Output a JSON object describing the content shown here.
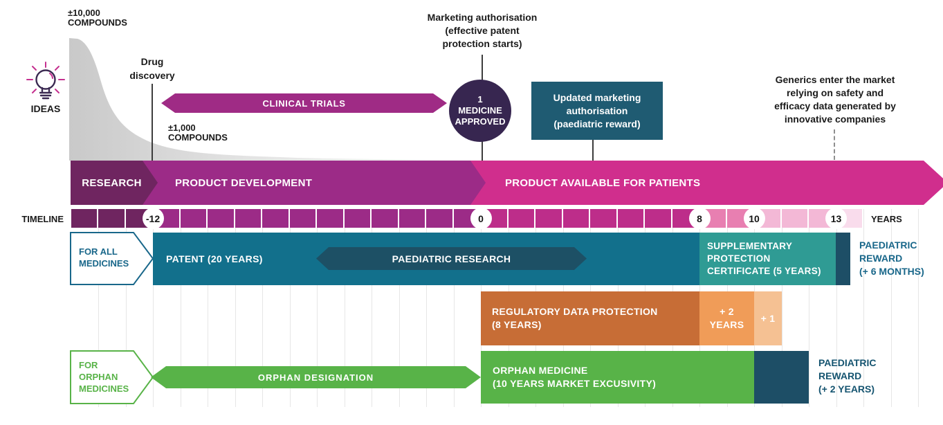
{
  "funnel": {
    "compounds_top": "±10,000\nCOMPOUNDS",
    "compounds_mid": "±1,000\nCOMPOUNDS",
    "ideas_label": "IDEAS",
    "drug_discovery": "Drug\ndiscovery"
  },
  "annotations": {
    "clinical_trials": "CLINICAL TRIALS",
    "marketing_auth": "Marketing authorisation\n(effective patent\nprotection starts)",
    "medicine_approved": "1\nMEDICINE\nAPPROVED",
    "updated_ma": "Updated marketing\nauthorisation\n(paediatric reward)",
    "generics": "Generics enter the market\nrelying on safety and\nefficacy data generated by\ninnovative companies"
  },
  "phases": {
    "research": "RESEARCH",
    "product_development": "PRODUCT DEVELOPMENT",
    "product_available": "PRODUCT AVAILABLE FOR PATIENTS"
  },
  "timeline": {
    "label": "TIMELINE",
    "years_label": "YEARS",
    "start_year": -15,
    "end_year": 14,
    "markers": [
      {
        "year": -12,
        "label": "-12"
      },
      {
        "year": 0,
        "label": "0"
      },
      {
        "year": 8,
        "label": "8"
      },
      {
        "year": 10,
        "label": "10"
      },
      {
        "year": 13,
        "label": "13"
      }
    ],
    "segments": [
      {
        "from": -15,
        "to": -12,
        "color": "#6f2560"
      },
      {
        "from": -12,
        "to": 0,
        "color": "#9c2b87"
      },
      {
        "from": 0,
        "to": 8,
        "color": "#bd2d8a"
      },
      {
        "from": 8,
        "to": 10,
        "color": "#e87fb1"
      },
      {
        "from": 10,
        "to": 13,
        "color": "#f3b8d6"
      },
      {
        "from": 13,
        "to": 14,
        "color": "#f9dcec"
      }
    ]
  },
  "all_medicines": {
    "label": "FOR ALL\nMEDICINES",
    "patent": "PATENT (20 YEARS)",
    "paediatric_research": "PAEDIATRIC RESEARCH",
    "spc": "SUPPLEMENTARY\nPROTECTION\nCERTIFICATE (5 YEARS)",
    "reward": "PAEDIATRIC\nREWARD\n(+ 6 MONTHS)"
  },
  "data_protection": {
    "rdp": "REGULATORY DATA PROTECTION\n(8 YEARS)",
    "plus2": "+ 2\nYEARS",
    "plus1": "+ 1"
  },
  "orphan": {
    "label": "FOR\nORPHAN\nMEDICINES",
    "designation": "ORPHAN DESIGNATION",
    "medicine": "ORPHAN MEDICINE\n(10 YEARS MARKET EXCUSIVITY)",
    "reward": "PAEDIATRIC\nREWARD\n(+ 2 YEARS)"
  },
  "colors": {
    "research": "#6f2560",
    "product_development": "#9c2b87",
    "product_available": "#d02e8d",
    "clinical_trials": "#9f2b85",
    "medicine_circle": "#372650",
    "updated_ma_box": "#1f5b72",
    "patent": "#12708c",
    "paediatric_research": "#1d5065",
    "spc": "#2f9b94",
    "navy_reward": "#1d4e66",
    "rdp": "#c76d36",
    "plus2": "#f09c58",
    "plus1": "#f5c193",
    "orphan_green": "#58b348",
    "teal_text": "#19678a",
    "navy_text": "#155470"
  }
}
